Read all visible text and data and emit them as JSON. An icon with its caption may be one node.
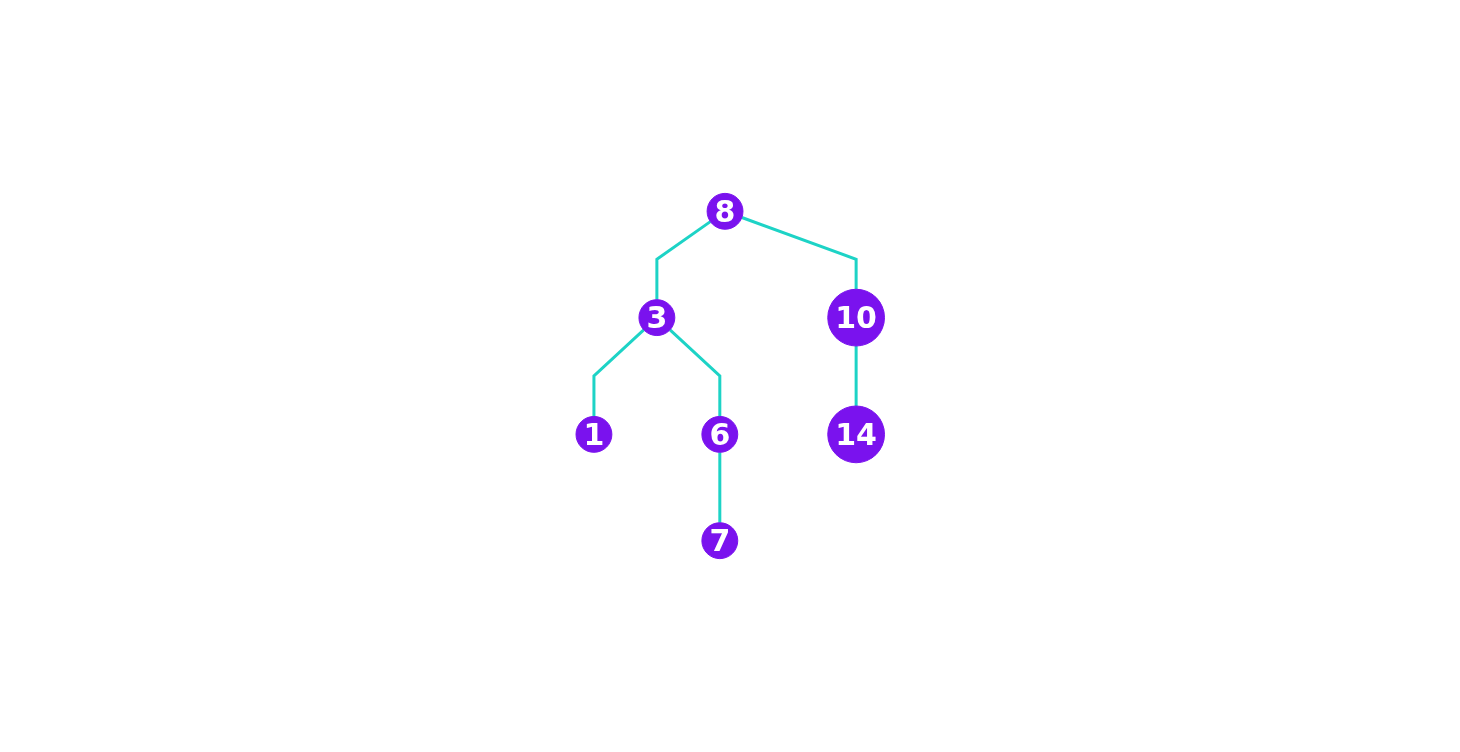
{
  "diagram": {
    "nodes": [
      {
        "text": [
          "8"
        ]
      },
      {
        "text": [
          "3"
        ]
      },
      {
        "text": [
          "10"
        ]
      },
      {
        "text": [
          "1"
        ]
      },
      {
        "text": [
          "6"
        ]
      },
      {
        "text": [
          "14"
        ]
      },
      {
        "text": [
          "7"
        ]
      }
    ],
    "edges": [
      {
        "from": 0,
        "to": 1,
        "arrow": "none"
      },
      {
        "from": 0,
        "to": 2,
        "arrow": "none"
      },
      {
        "from": 1,
        "to": 3,
        "arrow": "none"
      },
      {
        "from": 1,
        "to": 4,
        "arrow": "none"
      },
      {
        "from": 2,
        "to": 5,
        "arrow": "none"
      },
      {
        "from": 4,
        "to": 6,
        "arrow": "none"
      }
    ]
  }
}
